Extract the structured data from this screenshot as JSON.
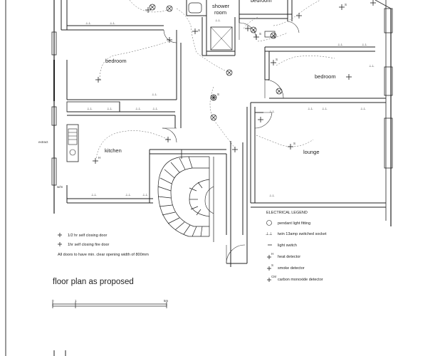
{
  "rooms": {
    "shower_room_line1": "shower",
    "shower_room_line2": "room",
    "bedroom_top": "bedroom",
    "bedroom_left": "bedroom",
    "bedroom_right": "bedroom",
    "kitchen": "kitchen",
    "lounge": "lounge"
  },
  "side_notes": {
    "left_note": "extract",
    "kitchen_small": "w/m"
  },
  "legend": {
    "title": "ELECTRICAL LEGEND",
    "items": [
      {
        "symbol": "pendant-light",
        "label": "pendant light fitting"
      },
      {
        "symbol": "twin-socket",
        "label": "twin 13amp switched socket"
      },
      {
        "symbol": "light-switch",
        "label": "light switch"
      },
      {
        "symbol": "heat-detector",
        "label": "heat detector"
      },
      {
        "symbol": "smoke-detector",
        "label": "smoke detector"
      },
      {
        "symbol": "co-detector",
        "label": "carbon monoxide detector"
      }
    ]
  },
  "door_notes": {
    "half_hr": "1/2 hr self closing door",
    "one_hr": "1hr self closing fire door",
    "clearance": "All doors to have min. clear opening width of 800mm"
  },
  "caption": "floor plan as proposed",
  "scale_bar": {
    "start": "0",
    "mid": "1",
    "end": "5m"
  },
  "symbol_text": {
    "smoke": "S",
    "heat": "H",
    "co": "CM"
  }
}
